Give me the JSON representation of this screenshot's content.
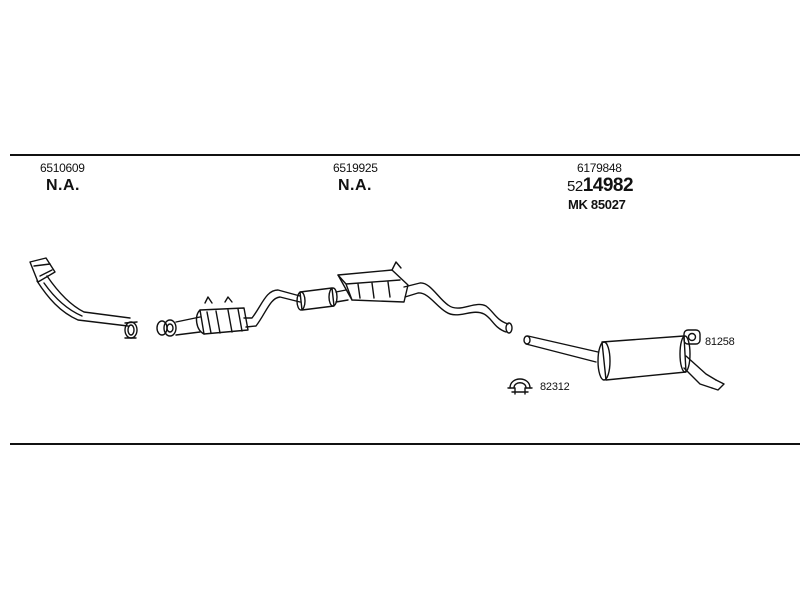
{
  "parts": {
    "front_pipe": {
      "part_number": "6510609",
      "status": "N.A."
    },
    "center_section": {
      "part_number": "6519925",
      "status": "N.A."
    },
    "rear_silencer": {
      "part_number": "6179848",
      "ref_prefix": "52",
      "ref_main": "14982",
      "mk_ref": "MK 85027"
    }
  },
  "accessories": {
    "clamp": {
      "code": "82312"
    },
    "rubber_mount": {
      "code": "81258"
    }
  }
}
